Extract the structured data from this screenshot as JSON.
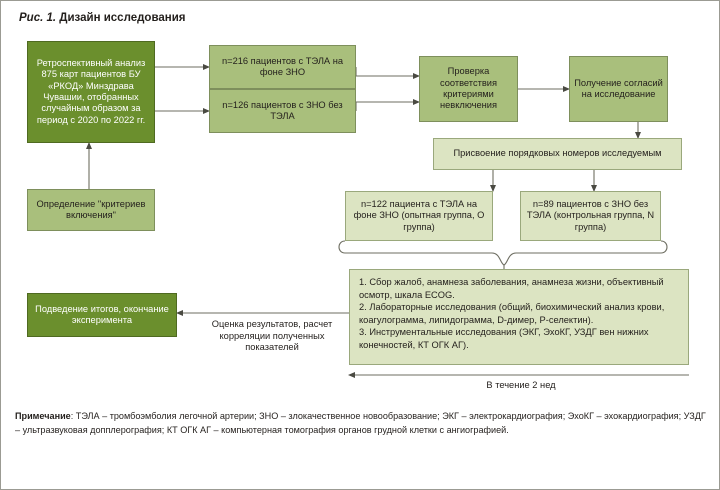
{
  "figure": {
    "number": "Рис. 1.",
    "caption": "Дизайн исследования"
  },
  "colors": {
    "dark_green": "#6b8f2d",
    "mid_green": "#a9bf7c",
    "light_green": "#dce4c2",
    "border_gray": "#8a8a72",
    "text_dark": "#231f1c",
    "frame": "#9b9b93"
  },
  "nodes": {
    "retrospective_analysis": "Ретроспективный анализ 875 карт пациентов БУ «РКОД» Минздрава Чувашии, отобранных случайным образом за период с 2020 по 2022 гг.",
    "inclusion_criteria": "Определение \"критериев включения\"",
    "group_216": "n=216 пациентов с ТЭЛА на фоне ЗНО",
    "group_126": "n=126 пациентов с ЗНО без ТЭЛА",
    "exclusion_check": "Проверка соответствия критериями невключения",
    "consent": "Получение согласий на исследование",
    "numbering": "Присвоение порядковых номеров исследуемым",
    "experimental_group": "n=122 пациента с ТЭЛА на фоне ЗНО (опытная группа, О группа)",
    "control_group": "n=89 пациентов с ЗНО без ТЭЛА (контрольная группа, N группа)",
    "procedures_line1": "1. Сбор жалоб, анамнеза заболевания, анамнеза жизни, объективный осмотр, шкала ECOG.",
    "procedures_line2": "2. Лабораторные исследования (общий, биохимический анализ крови, коагулограмма, липидограмма, D-димер, Р-селектин).",
    "procedures_line3": "3. Инструментальные исследования (ЭКГ, ЭхоКГ, УЗДГ вен нижних конечностей, КТ ОГК АГ).",
    "conclusion": "Подведение итогов, окончание эксперимента"
  },
  "labels": {
    "evaluation": "Оценка результатов, расчет корреляции полученных показателей",
    "duration": "В течение 2 нед"
  },
  "note": {
    "label": "Примечание",
    "text": ": ТЭЛА – тромбоэмболия легочной артерии; ЗНО – злокачественное новообразование; ЭКГ – электрокардиография; ЭхоКГ – эхокардиография; УЗДГ – ультразвуковая допплерография; КТ ОГК АГ – компьютерная томография органов грудной клетки с ангиографией."
  }
}
